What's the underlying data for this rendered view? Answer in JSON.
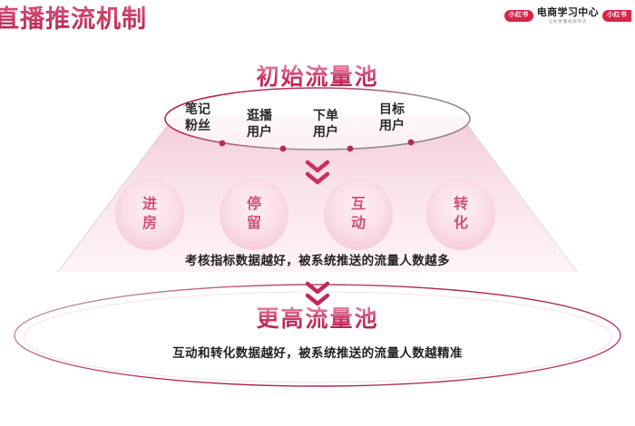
{
  "header": {
    "title": "直播推流机制",
    "brand": {
      "left_pill": "小红书",
      "center_main": "电商学习中心",
      "center_sub": "让你更懂视频带货",
      "right_pill": "小红书"
    }
  },
  "colors": {
    "accent": "#c2264f",
    "accent_dark": "#b3194a",
    "accent_light": "#e88aa8",
    "funnel_fill_top": "#f7d9e1",
    "funnel_fill_bottom": "#fbe8ec",
    "circle_fill": "#fbdde4",
    "ellipse_stroke": "#b3204e",
    "text_dark": "#232323",
    "stage_text": "#cf4f79",
    "brand_red": "#d9234a"
  },
  "top_pool": {
    "title": "初始流量池",
    "segments": [
      {
        "line1": "笔记",
        "line2": "粉丝"
      },
      {
        "line1": "逛播",
        "line2": "用户"
      },
      {
        "line1": "下单",
        "line2": "用户"
      },
      {
        "line1": "目标",
        "line2": "用户"
      }
    ]
  },
  "funnel": {
    "arrow_top": "chevron-double-down",
    "stages": [
      {
        "line1": "进",
        "line2": "房"
      },
      {
        "line1": "停",
        "line2": "留"
      },
      {
        "line1": "互",
        "line2": "动"
      },
      {
        "line1": "转",
        "line2": "化"
      }
    ],
    "caption": "考核指标数据越好，被系统推送的流量人数越多",
    "arrow_bottom": "chevron-double-down"
  },
  "bottom_pool": {
    "title": "更高流量池",
    "caption": "互动和转化数据越好，被系统推送的流量人数越精准"
  }
}
